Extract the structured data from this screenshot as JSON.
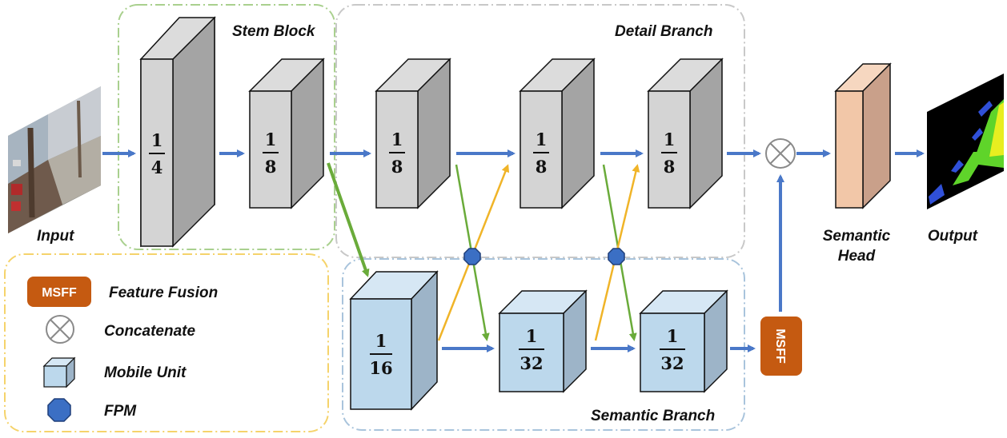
{
  "regions": {
    "stem_block": "Stem Block",
    "detail_branch": "Detail Branch",
    "semantic_branch": "Semantic Branch"
  },
  "io": {
    "input": "Input",
    "output": "Output",
    "semantic_head_line1": "Semantic",
    "semantic_head_line2": "Head"
  },
  "blocks": {
    "stem1": {
      "num": "1",
      "den": "4"
    },
    "stem2": {
      "num": "1",
      "den": "8"
    },
    "detail1": {
      "num": "1",
      "den": "8"
    },
    "detail2": {
      "num": "1",
      "den": "8"
    },
    "detail3": {
      "num": "1",
      "den": "8"
    },
    "sem1": {
      "num": "1",
      "den": "16"
    },
    "sem2": {
      "num": "1",
      "den": "32"
    },
    "sem3": {
      "num": "1",
      "den": "32"
    }
  },
  "msff": "MSFF",
  "legend": {
    "msff_badge": "MSFF",
    "feature_fusion": "Feature Fusion",
    "concatenate": "Concatenate",
    "mobile_unit": "Mobile Unit",
    "fpm": "FPM"
  },
  "colors": {
    "arrow_blue": "#4a78c8",
    "arrow_green": "#6aab3a",
    "arrow_yellow": "#f0b428",
    "gray_block": "#d4d4d4",
    "blue_block": "#bcd8ec",
    "msff": "#c55a11",
    "semantic_head": "#f2c7a8",
    "fpm": "#3b6fc4"
  }
}
